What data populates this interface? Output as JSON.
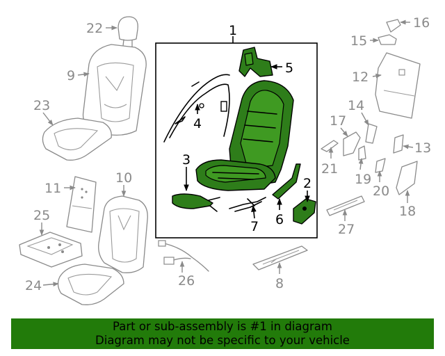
{
  "callouts": {
    "c1": "1",
    "c2": "2",
    "c3": "3",
    "c4": "4",
    "c5": "5",
    "c6": "6",
    "c7": "7",
    "c8": "8",
    "c9": "9",
    "c10": "10",
    "c11": "11",
    "c12": "12",
    "c13": "13",
    "c14": "14",
    "c15": "15",
    "c16": "16",
    "c17": "17",
    "c18": "18",
    "c19": "19",
    "c20": "20",
    "c21": "21",
    "c22": "22",
    "c23": "23",
    "c24": "24",
    "c25": "25",
    "c26": "26",
    "c27": "27"
  },
  "banner": {
    "line1": "Part or sub-assembly is #1 in diagram",
    "line2": "Diagram may not be specific to your vehicle"
  },
  "colors": {
    "highlight": "#2e7d1a",
    "banner": "#227b0a",
    "outline": "#8a8a8a"
  }
}
